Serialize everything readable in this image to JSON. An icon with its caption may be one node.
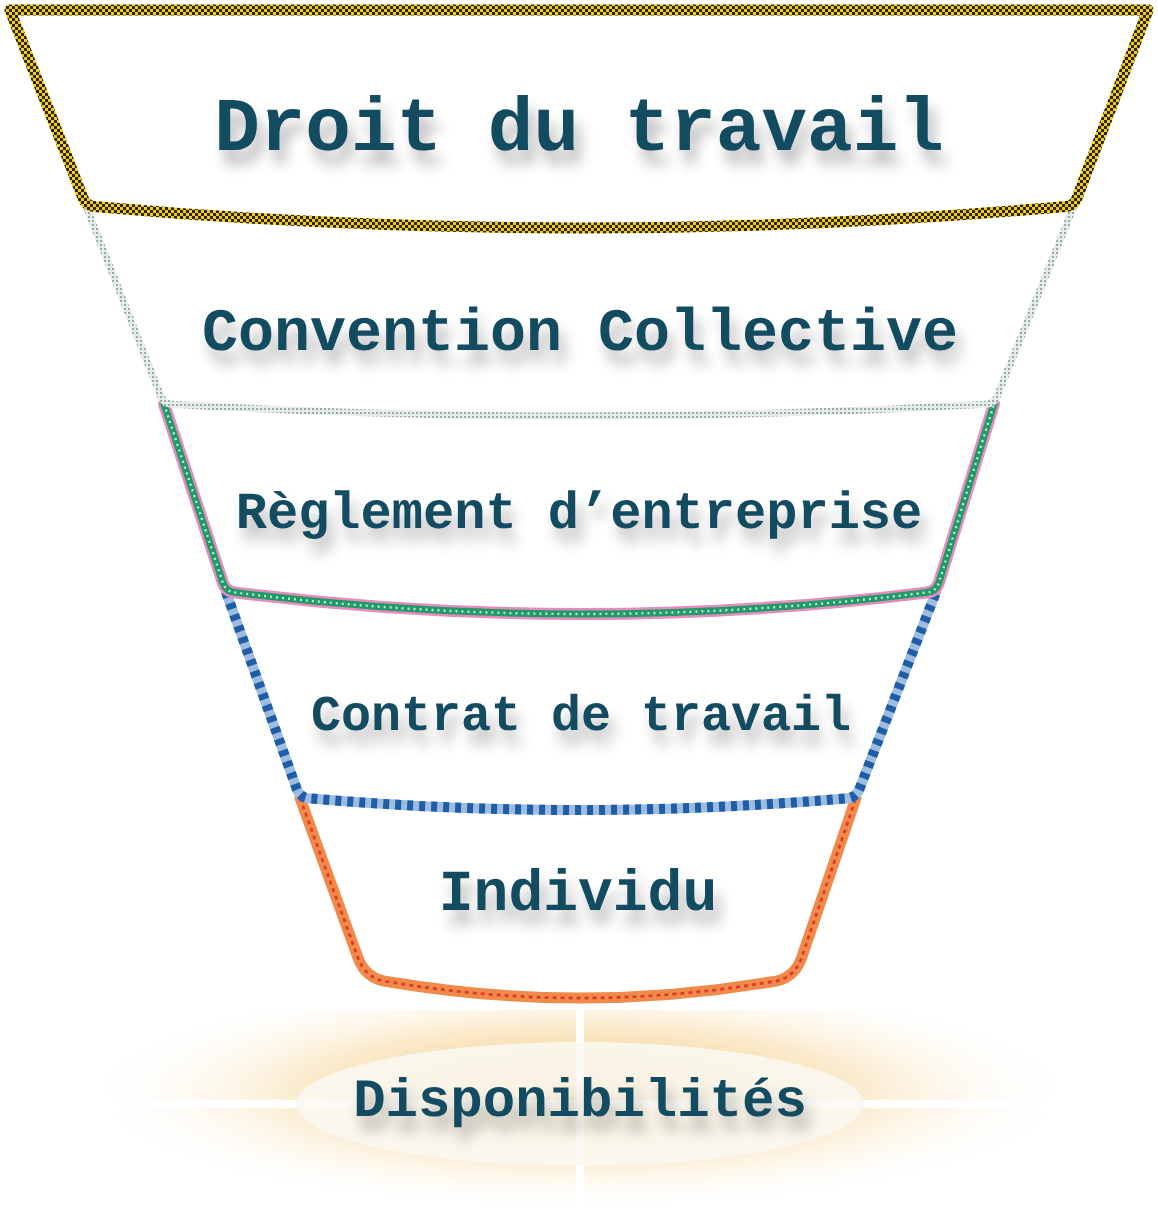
{
  "diagram": {
    "nodes": [
      {
        "text": [
          "Droit du travail"
        ]
      },
      {
        "text": [
          "Convention Collective"
        ]
      },
      {
        "text": [
          "Règlement d’entreprise"
        ]
      },
      {
        "text": [
          "Contrat de travail"
        ]
      },
      {
        "text": [
          "Individu"
        ]
      },
      {
        "text": [
          "Disponibilités"
        ]
      }
    ]
  }
}
